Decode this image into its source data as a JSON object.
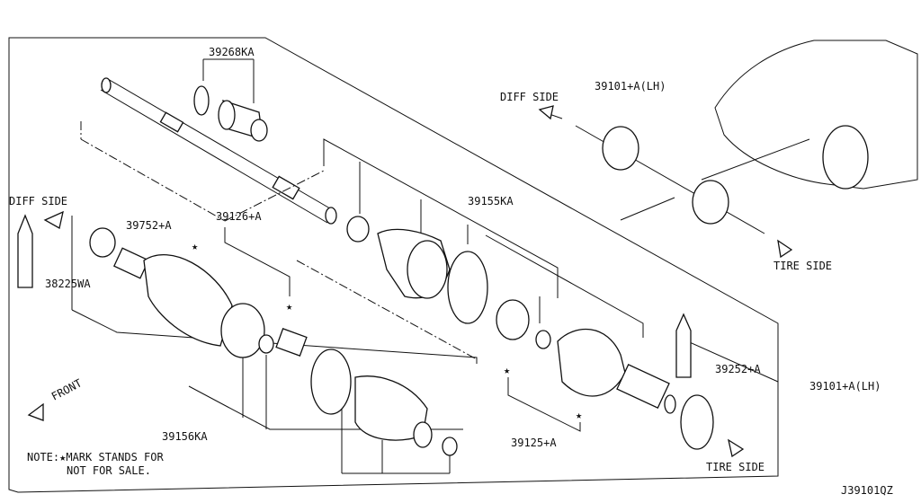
{
  "labels": {
    "p39268ka": "39268KA",
    "p39101_top": "39101+A(LH)",
    "diff_side_top": "DIFF SIDE",
    "p39155ka": "39155KA",
    "diff_side_left": "DIFF SIDE",
    "p39752": "39752+A",
    "p39126": "39126+A",
    "p38225wa": "38225WA",
    "tire_side_top": "TIRE SIDE",
    "p39252": "39252+A",
    "p39101_right": "39101+A(LH)",
    "front": "FRONT",
    "p39156ka": "39156KA",
    "p39125": "39125+A",
    "note_line1": "NOTE:★MARK STANDS FOR",
    "note_line2": "NOT FOR SALE.",
    "tire_side_bottom": "TIRE SIDE",
    "diagram_code": "J39101QZ",
    "star": "★"
  }
}
